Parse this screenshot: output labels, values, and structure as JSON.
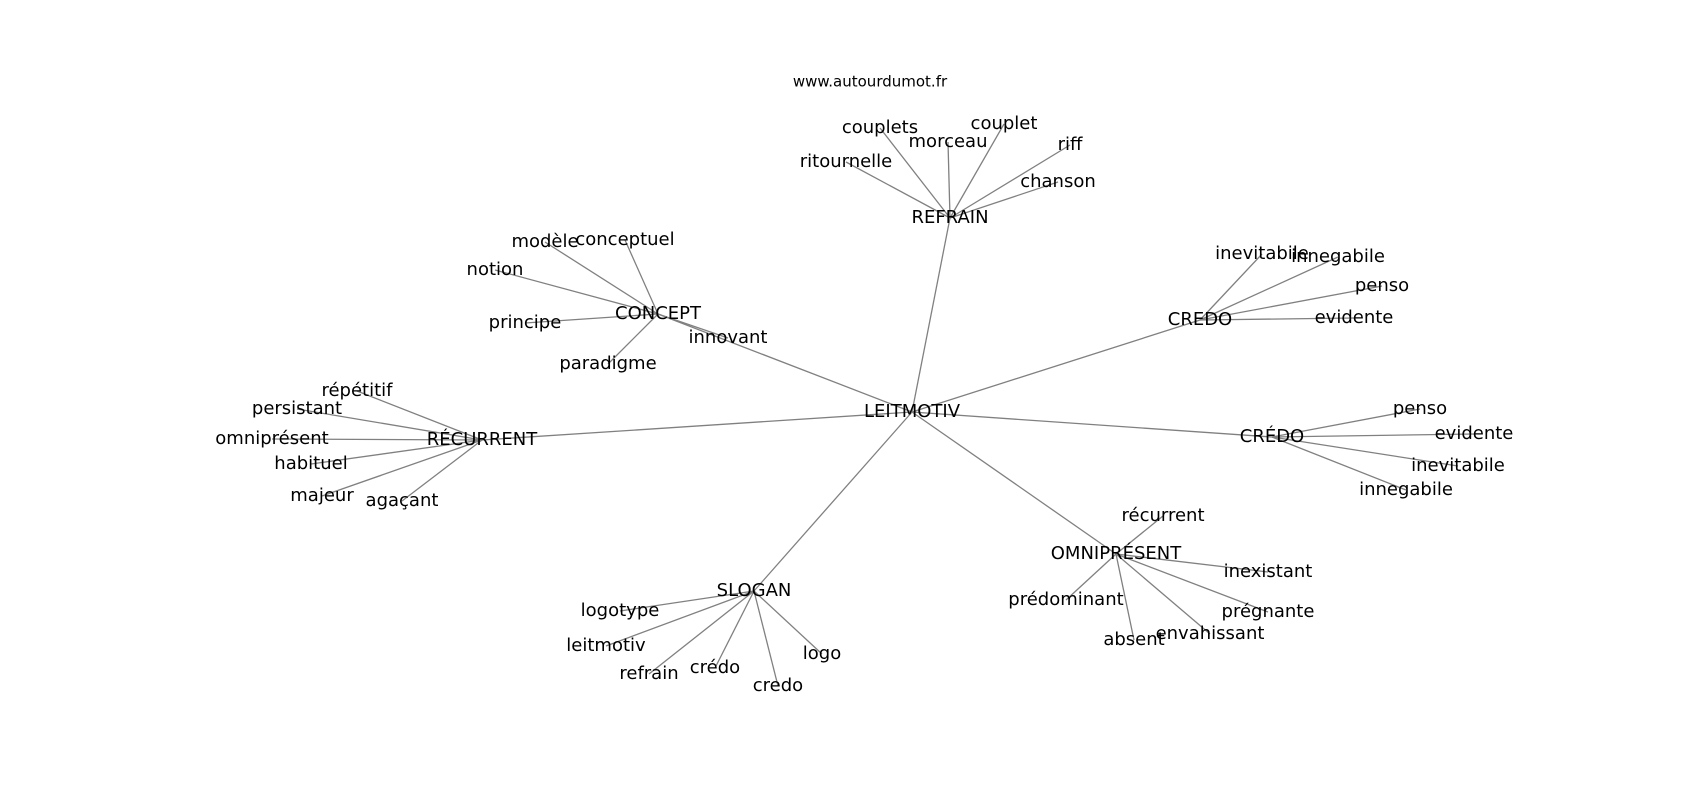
{
  "credit": "www.autourdumot.fr",
  "center": "LEITMOTIV",
  "groups": [
    {
      "hub": "REFRAIN",
      "words": [
        "couplets",
        "morceau",
        "couplet",
        "riff",
        "ritournelle",
        "chanson"
      ]
    },
    {
      "hub": "CONCEPT",
      "words": [
        "modèle",
        "conceptuel",
        "notion",
        "principe",
        "paradigme",
        "innovant"
      ]
    },
    {
      "hub": "CREDO",
      "words": [
        "inevitabile",
        "innegabile",
        "penso",
        "evidente"
      ]
    },
    {
      "hub": "RÉCURRENT",
      "words": [
        "répétitif",
        "persistant",
        "omniprésent",
        "habituel",
        "majeur",
        "agaçant"
      ]
    },
    {
      "hub": "CRÉDO",
      "words": [
        "penso",
        "evidente",
        "inevitabile",
        "innegabile"
      ]
    },
    {
      "hub": "OMNIPRÉSENT",
      "words": [
        "récurrent",
        "inexistant",
        "prédominant",
        "prégnante",
        "envahissant",
        "absent"
      ]
    },
    {
      "hub": "SLOGAN",
      "words": [
        "logotype",
        "leitmotiv",
        "logo",
        "refrain",
        "crédo",
        "credo"
      ]
    }
  ]
}
